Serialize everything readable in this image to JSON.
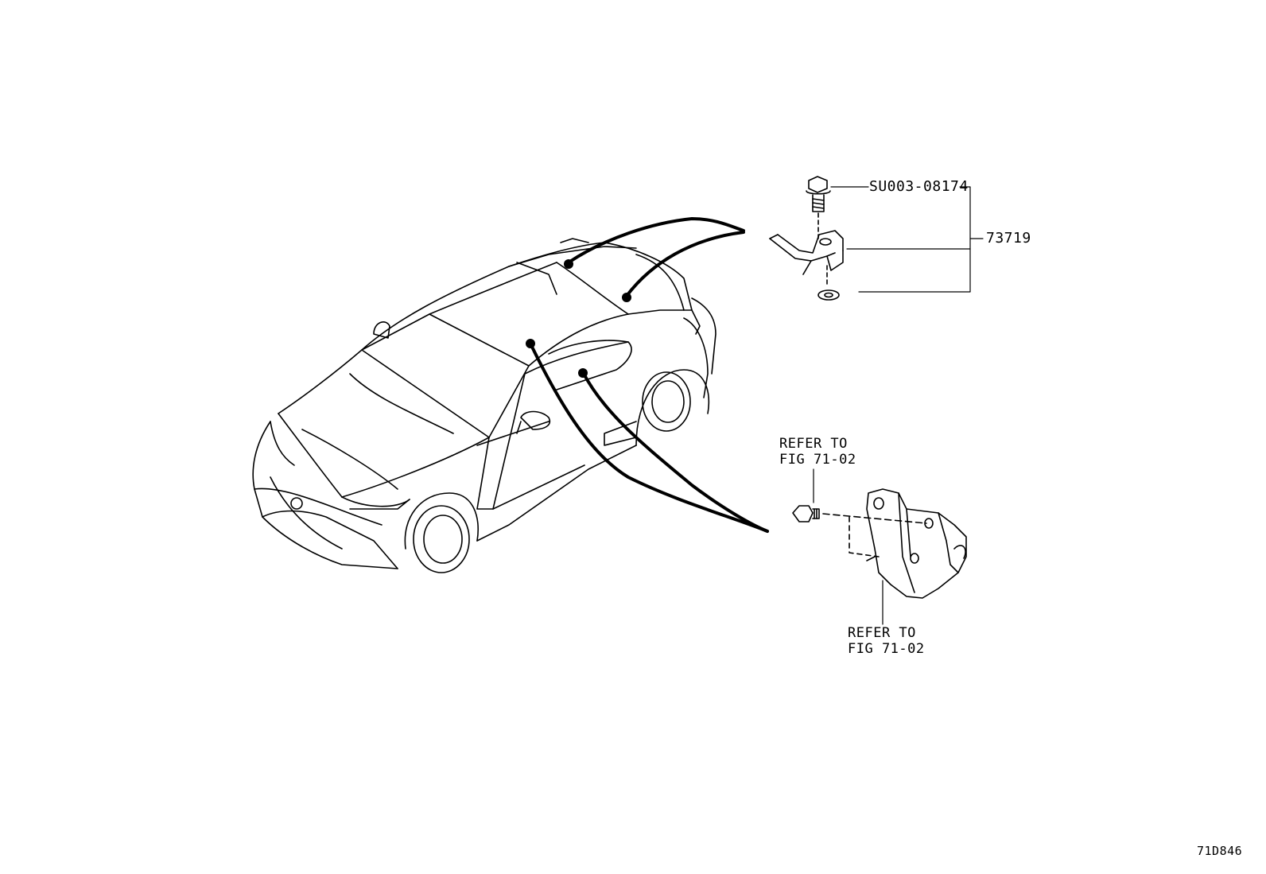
{
  "callouts": {
    "bolt_part_number": "SU003-08174",
    "assembly_part_number": "73719",
    "refer_upper_line1": "REFER TO",
    "refer_upper_line2": "FIG 71-02",
    "refer_lower_line1": "REFER TO",
    "refer_lower_line2": "FIG 71-02"
  },
  "figure_code": "71D846"
}
